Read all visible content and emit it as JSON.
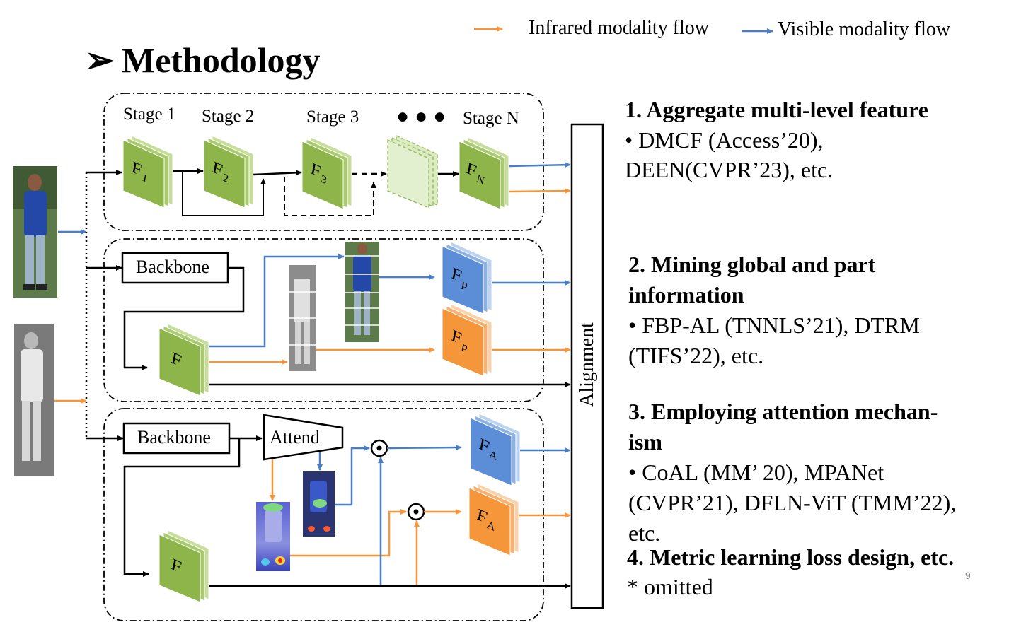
{
  "legend": {
    "infrared": "Infrared modality flow",
    "visible": "Visible modality flow",
    "infrared_color": "#F5963A",
    "visible_color": "#4A7EC2"
  },
  "title": "Methodology",
  "stages": [
    "Stage 1",
    "Stage 2",
    "Stage 3",
    "Stage N"
  ],
  "blocks": {
    "backbone_1": "Backbone",
    "backbone_2": "Backbone",
    "attend": "Attend",
    "alignment": "Alignment"
  },
  "features": {
    "f1": "F",
    "f1_sub": "1",
    "f2": "F",
    "f2_sub": "2",
    "f3": "F",
    "f3_sub": "3",
    "fn": "F",
    "fn_sub": "N",
    "f_mid": "F",
    "fp_vis": "F",
    "fp_vis_sub": "p",
    "fp_ir": "F",
    "fp_ir_sub": "p",
    "f_bottom": "F",
    "fa_vis": "F",
    "fa_vis_sub": "A",
    "fa_ir": "F",
    "fa_ir_sub": "A"
  },
  "points": [
    {
      "heading": "1.   Aggregate multi-level feature",
      "lines": [
        "• DMCF (Access’20),",
        "DEEN(CVPR’23), etc."
      ]
    },
    {
      "heading": "2. Mining global and part",
      "heading2": "information",
      "lines": [
        "• FBP-AL (TNNLS’21), DTRM",
        "(TIFS’22), etc."
      ]
    },
    {
      "heading": "3. Employing attention mechan-",
      "heading2": "ism",
      "lines": [
        "•  CoAL (MM’ 20), MPANet",
        "(CVPR’21), DFLN-ViT (TMM’22),",
        "etc."
      ]
    },
    {
      "heading": "4. Metric learning loss design, etc.",
      "lines": [
        "* omitted"
      ]
    }
  ],
  "page_number": "9",
  "colors": {
    "green_face": "#8DB54A",
    "green_side": "#C6DE9A",
    "blue_face": "#5B8ED6",
    "orange_face": "#F5963A"
  }
}
